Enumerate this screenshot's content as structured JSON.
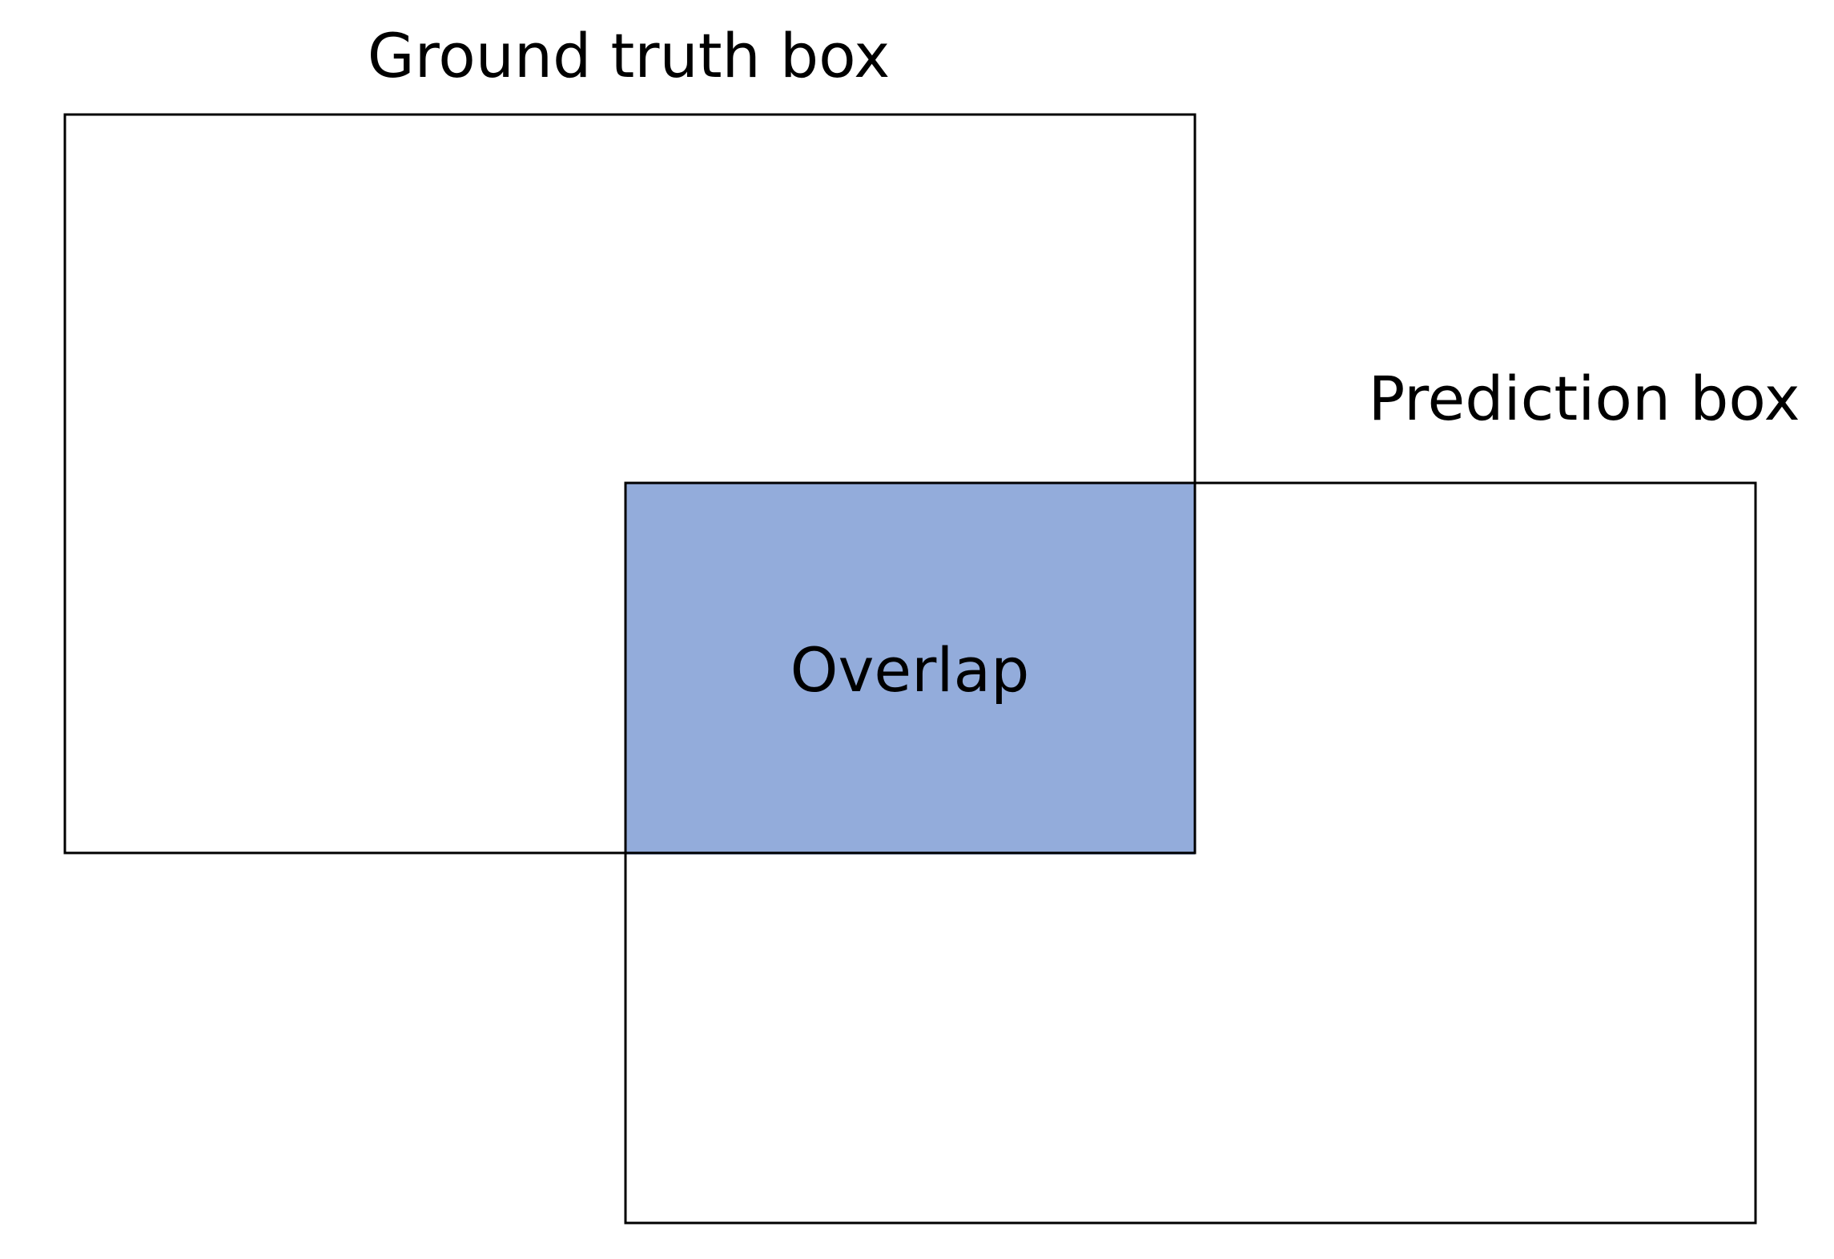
{
  "labels": {
    "ground_truth": "Ground truth box",
    "prediction": "Prediction box",
    "overlap": "Overlap"
  },
  "colors": {
    "overlap_fill": "#93acdb",
    "stroke": "#000000",
    "background": "#ffffff"
  }
}
